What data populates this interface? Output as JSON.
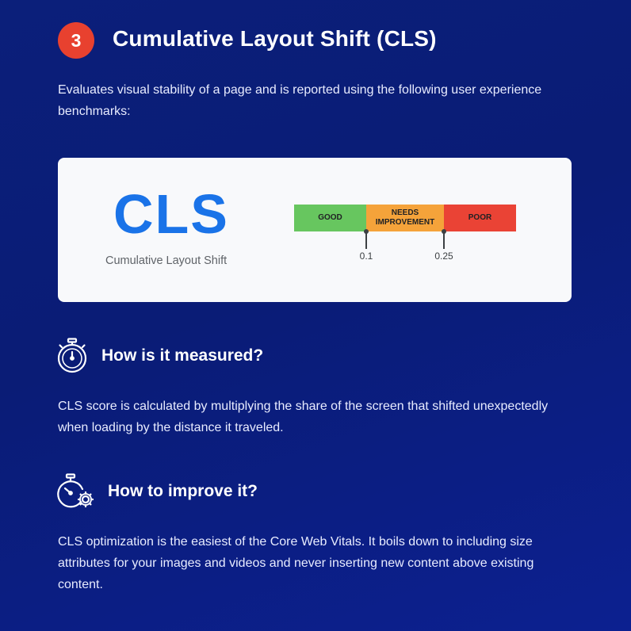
{
  "header": {
    "number": "3",
    "title": "Cumulative Layout Shift (CLS)"
  },
  "intro": "Evaluates visual stability of a page and is reported using the following user experience benchmarks:",
  "card": {
    "logo": "CLS",
    "subtitle": "Cumulative Layout Shift",
    "segments": [
      "GOOD",
      "NEEDS IMPROVEMENT",
      "POOR"
    ],
    "thresholds": [
      "0.1",
      "0.25"
    ],
    "colors": {
      "good": "#67c65f",
      "needs": "#f5a33a",
      "poor": "#ea4335",
      "logo": "#1a73e8"
    }
  },
  "sections": [
    {
      "icon": "stopwatch-icon",
      "heading": "How is it measured?",
      "body": "CLS score is calculated by multiplying the share of the screen that shifted unexpectedly when loading by the distance it traveled."
    },
    {
      "icon": "stopwatch-gear-icon",
      "heading": "How to improve it?",
      "body": "CLS optimization is the easiest of the Core Web Vitals. It boils down to including size attributes for your images and videos and never inserting new content above existing content."
    }
  ],
  "accent": "#e8412f"
}
